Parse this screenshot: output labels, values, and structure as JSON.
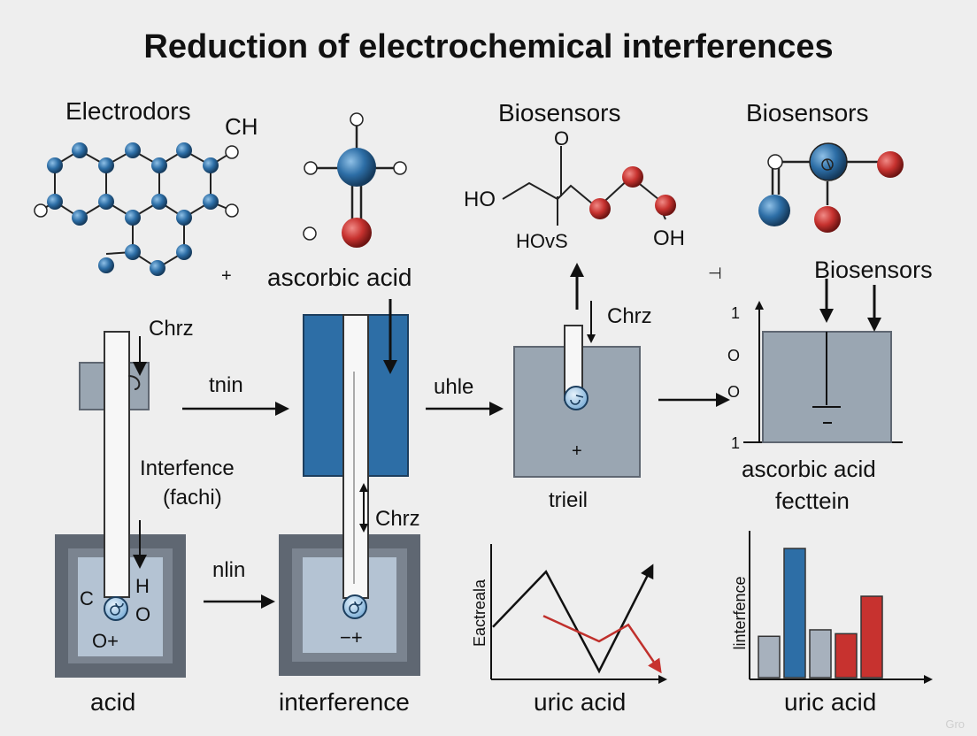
{
  "title": "Reduction of electrochemical interferences",
  "sections": {
    "electrodes_label": "Electrodors",
    "ch_label": "CH",
    "plus_small": "+",
    "ascorbic_top": "ascorbic acid",
    "biosensors_mid": "Biosensors",
    "biosensors_right": "Biosensors",
    "biosensors_arrow": "Biosensors",
    "tee_symbol": "⊣"
  },
  "molecule_labels": {
    "ho_left": "HO",
    "o_top": "O",
    "hovs": "HOvS",
    "oh_right": "OH"
  },
  "process": {
    "chrz_1": "Chrz",
    "chrz_2": "Chrz",
    "chrz_3": "Chrz",
    "tnin": "tnin",
    "uhle": "uhle",
    "nlin": "nlin",
    "interference_fachi_1": "Interfence",
    "interference_fachi_2": "(fachi)",
    "trieil": "trieil",
    "cell_plus": "+",
    "cell2_sign": "−+",
    "cell1_c": "C",
    "cell1_h": "H",
    "cell1_o": "O",
    "cell1_oplus": "O+",
    "right_ascorbic": "ascorbic acid",
    "right_fecttein": "fecttein",
    "axis_ticks": [
      "1",
      "O",
      "O",
      "1"
    ]
  },
  "bottom_labels": {
    "acid": "acid",
    "interference": "interference",
    "uric_acid_1": "uric acid",
    "uric_acid_2": "uric acid"
  },
  "chart_data": [
    {
      "type": "line",
      "ylabel": "Eactreala",
      "xlabel": "uric acid",
      "series": [
        {
          "color": "#111111",
          "x": [
            0,
            1,
            2,
            3
          ],
          "values": [
            0.45,
            0.95,
            0.05,
            1.0
          ]
        },
        {
          "color": "#c0302c",
          "x": [
            0.95,
            2.0,
            2.55,
            3.15
          ],
          "values": [
            0.55,
            0.32,
            0.47,
            0.05
          ]
        }
      ]
    },
    {
      "type": "bar",
      "ylabel": "linterfence",
      "xlabel": "uric acid",
      "values": [
        0.32,
        1.0,
        0.37,
        0.34,
        0.63
      ],
      "colors": [
        "#a7b1bd",
        "#2d6ea6",
        "#a7b1bd",
        "#c7322f",
        "#c7322f"
      ]
    }
  ],
  "colors": {
    "blue": "#2d6ea6",
    "red": "#c7322f",
    "gray_box": "#9aa6b2",
    "dark_frame": "#5f6772",
    "light_fill": "#b4c3d3"
  },
  "watermark": "Gro"
}
